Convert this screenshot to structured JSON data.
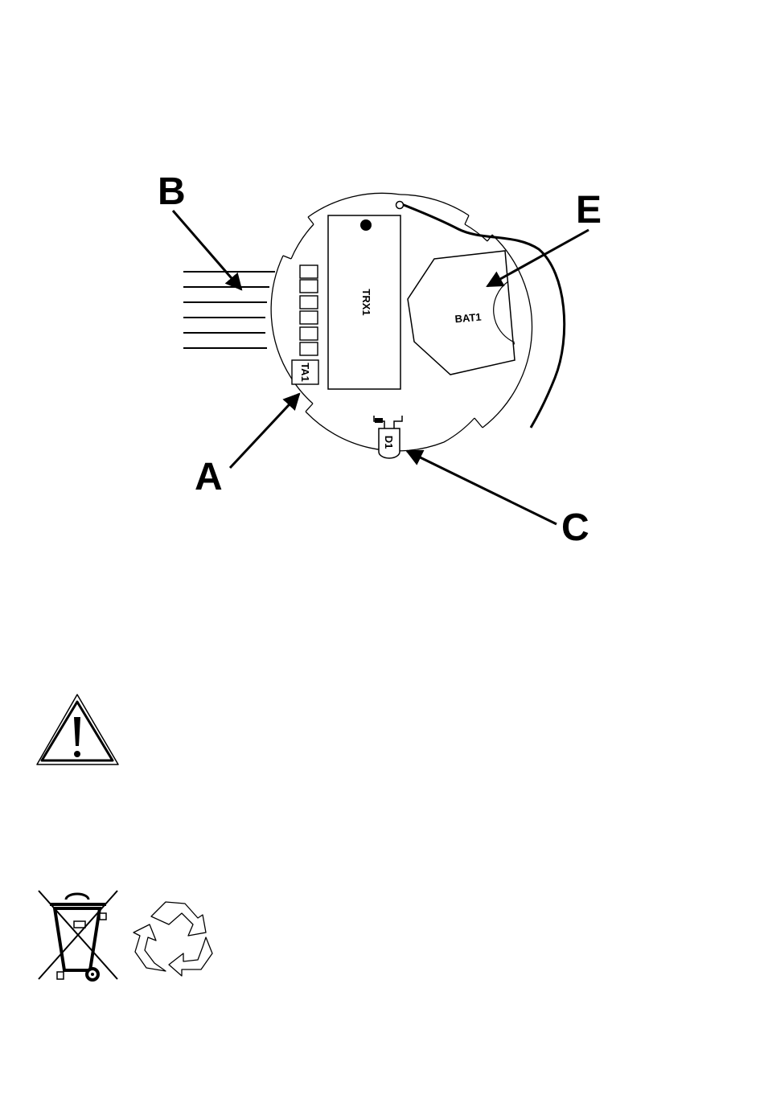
{
  "diagram": {
    "callouts": {
      "a": "A",
      "b": "B",
      "c": "C",
      "e": "E"
    },
    "components": {
      "trx": "TRX1",
      "bat": "BAT1",
      "ta": "TA1",
      "led": "D1"
    }
  },
  "icons": {
    "warning": "warning-triangle-icon",
    "weee": "crossed-out-wheelie-bin-icon",
    "recycle": "recycle-icon"
  }
}
